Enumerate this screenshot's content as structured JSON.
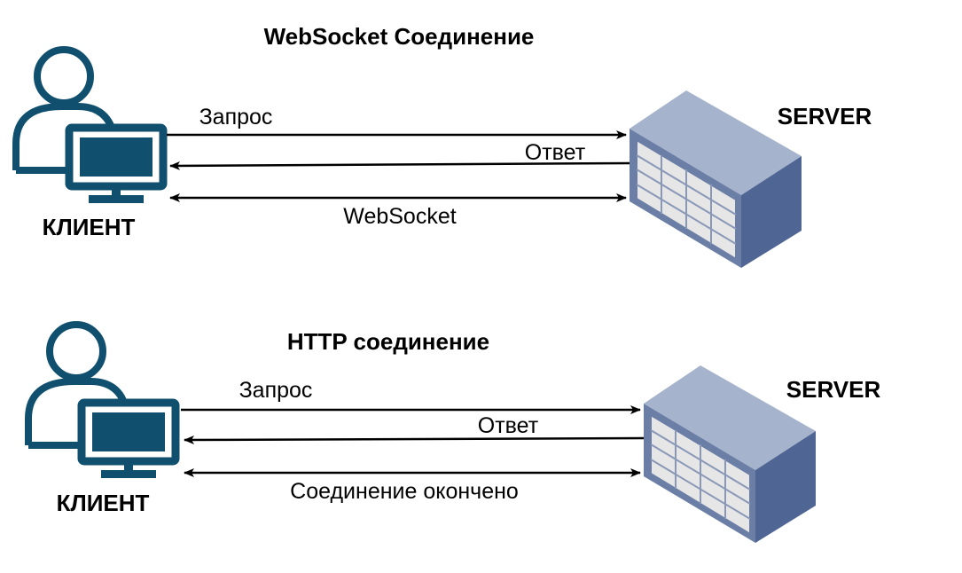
{
  "colors": {
    "client_stroke": "#10506e",
    "client_screen": "#10506e",
    "server_top": "#a6b3cc",
    "server_front": "#6b7fa6",
    "server_side": "#4f6594",
    "server_grid": "#e6e6e6",
    "arrow": "#000000"
  },
  "icons": {
    "client": "user-with-monitor-icon",
    "server": "server-rack-icon"
  },
  "websocket": {
    "title": "WebSocket Соединение",
    "client_label": "КЛИЕНТ",
    "server_label": "SERVER",
    "request": "Запрос",
    "response": "Ответ",
    "channel": "WebSocket"
  },
  "http": {
    "title": "HTTP соединение",
    "client_label": "КЛИЕНТ",
    "server_label": "SERVER",
    "request": "Запрос",
    "response": "Ответ",
    "closed": "Соединение окончено"
  }
}
